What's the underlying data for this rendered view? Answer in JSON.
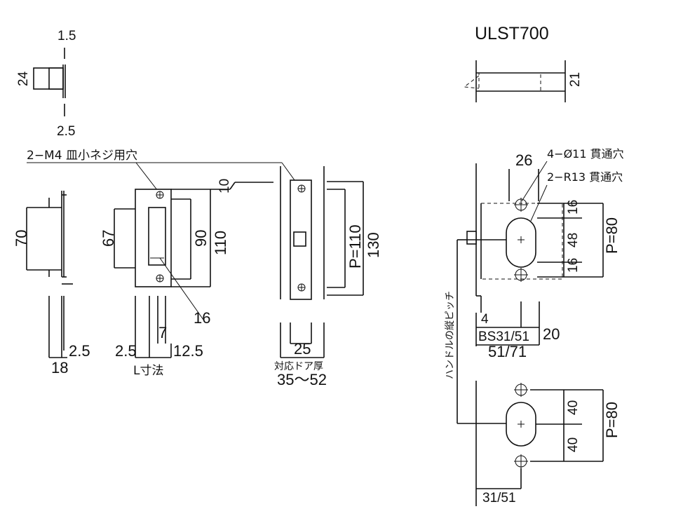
{
  "model": "ULST700",
  "top_view": {
    "dim_height": "21"
  },
  "side_view": {
    "dim_top": "1.5",
    "dim_height": "24",
    "dim_bottom": "2.5"
  },
  "hole_note": "2−M4 皿小ネジ用穴",
  "profile_view": {
    "dim_height": "70",
    "dim_offset": "2.5",
    "dim_depth": "18"
  },
  "front_view": {
    "dim_inner": "67",
    "dim_90": "90",
    "dim_110": "110",
    "dim_10": "10",
    "dim_16": "16",
    "dim_7": "7",
    "dim_left": "2.5",
    "dim_right": "12.5",
    "l_label": "L寸法"
  },
  "strike_view": {
    "pitch": "P=110",
    "dim_130": "130",
    "dim_25": "25",
    "door_label": "対応ドア厚",
    "door_range": "35〜52"
  },
  "handle_view": {
    "hole_a": "4−Ø11 貫通穴",
    "hole_b": "2−R13 貫通穴",
    "dim_26": "26",
    "dim_16a": "16",
    "dim_48": "48",
    "dim_16b": "16",
    "pitch_upper": "P=80",
    "dim_4": "4",
    "backset": "BS31/51",
    "dim_20": "20",
    "dim_51_71": "51/71",
    "pitch_vertical": "ハンドルの縦ピッチ",
    "dim_40a": "40",
    "dim_40b": "40",
    "pitch_lower": "P=80",
    "dim_31_51": "31/51"
  }
}
